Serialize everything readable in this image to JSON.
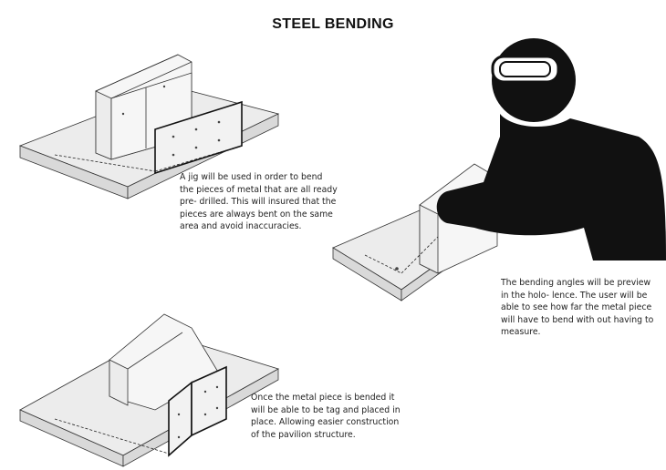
{
  "title": "STEEL BENDING",
  "captions": {
    "jig": [
      "A jig will be used in order to bend",
      "the pieces of metal that are all ready",
      "pre- drilled. This will insured that the",
      "pieces are always bent on the same",
      "area and avoid inaccuracies."
    ],
    "hololens": [
      "The bending angles will be preview",
      "in the holo- lence. The user will be",
      "able to see how far the metal piece",
      "will have to bend with out having to",
      "measure."
    ],
    "placed": [
      "Once the metal piece is bended it",
      "will be able to be tag and placed in",
      "place. Allowing easier construction",
      "of the pavilion structure."
    ]
  }
}
